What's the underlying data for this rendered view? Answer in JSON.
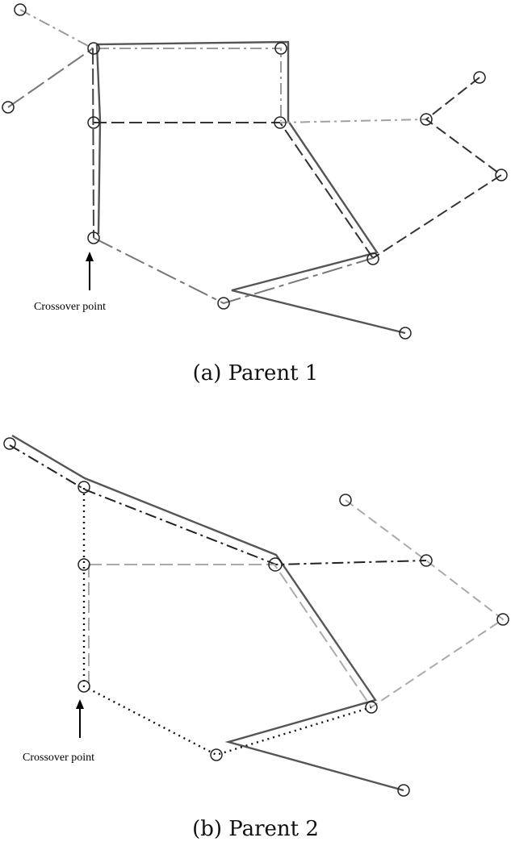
{
  "panels": [
    {
      "caption": "(a) Parent 1",
      "annotation": "Crossover point"
    },
    {
      "caption": "(b) Parent 2",
      "annotation": "Crossover point"
    }
  ],
  "colors": {
    "node_stroke": "#222222",
    "solid_route": "#555555",
    "long_dash_route": "#333333",
    "dash_dot_light_route": "#9a9a9a",
    "dash_dot_dark_route": "#222222",
    "light_dash_route": "#aaaaaa",
    "dotted_route": "#111111"
  }
}
